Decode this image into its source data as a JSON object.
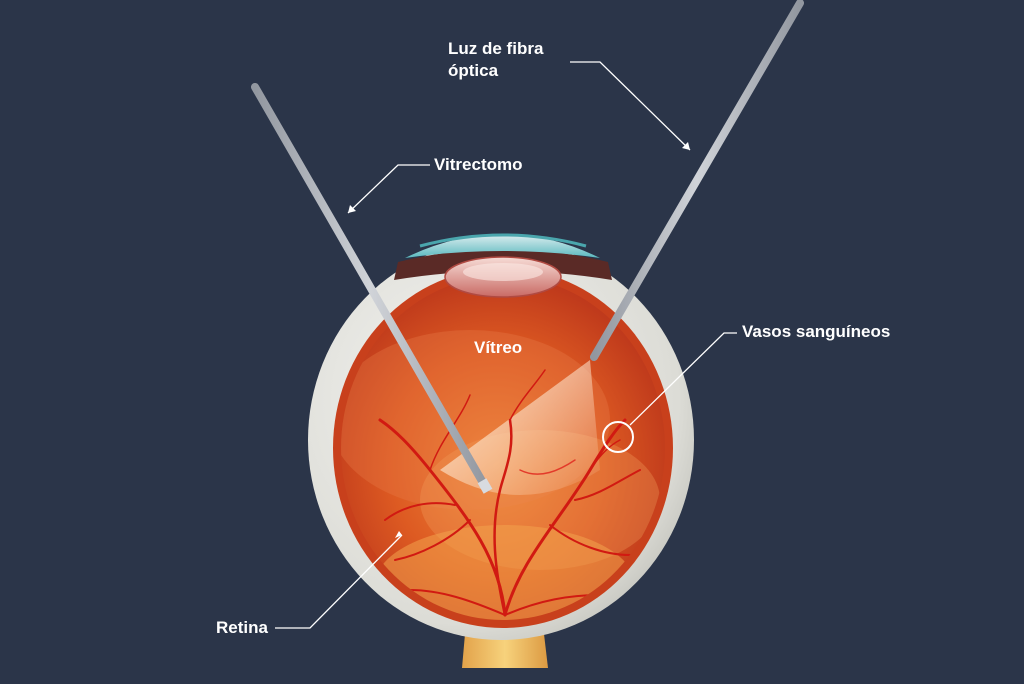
{
  "labels": {
    "fiber_light_line1": "Luz de fibra",
    "fiber_light_line2": "óptica",
    "vitrectome": "Vitrectomo",
    "blood_vessels": "Vasos sanguíneos",
    "retina": "Retina",
    "vitreous": "Vítreo"
  },
  "colors": {
    "background": "#2b3549",
    "sclera": "#e6e6e2",
    "choroid": "#c8401c",
    "retina_inner": "#d9561f",
    "vessel": "#d11a12",
    "instrument": "#c9ccd2",
    "leader_line": "#ffffff"
  }
}
